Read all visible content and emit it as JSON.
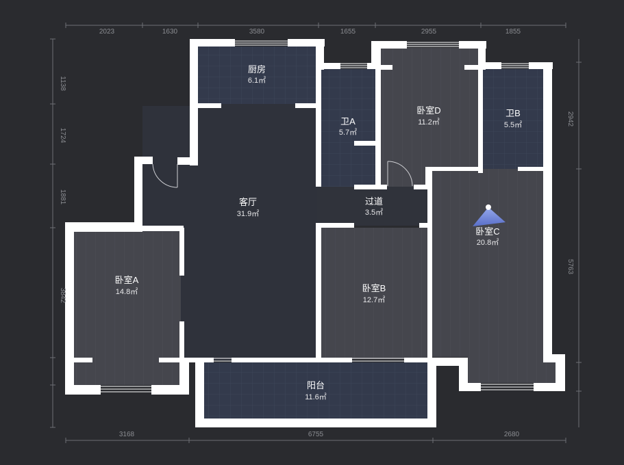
{
  "colors": {
    "background": "#2a2b2f",
    "wall": "#ffffff",
    "floor_dark": "#2f323b",
    "floor_tile": "#333a4c",
    "floor_wood": "#45464d",
    "dimension_text": "#8b8d92"
  },
  "rooms": [
    {
      "key": "kitchen",
      "name": "厨房",
      "area": "6.1㎡"
    },
    {
      "key": "bath_a",
      "name": "卫A",
      "area": "5.7㎡"
    },
    {
      "key": "bedroom_d",
      "name": "卧室D",
      "area": "11.2㎡"
    },
    {
      "key": "bath_b",
      "name": "卫B",
      "area": "5.5㎡"
    },
    {
      "key": "living",
      "name": "客厅",
      "area": "31.9㎡"
    },
    {
      "key": "corridor",
      "name": "过道",
      "area": "3.5㎡"
    },
    {
      "key": "bedroom_c",
      "name": "卧室C",
      "area": "20.8㎡"
    },
    {
      "key": "bedroom_a",
      "name": "卧室A",
      "area": "14.8㎡"
    },
    {
      "key": "bedroom_b",
      "name": "卧室B",
      "area": "12.7㎡"
    },
    {
      "key": "balcony",
      "name": "阳台",
      "area": "11.6㎡"
    }
  ],
  "dimensions": {
    "top": [
      "2023",
      "1630",
      "3580",
      "1655",
      "2955",
      "1855"
    ],
    "bottom": [
      "3168",
      "6755",
      "2680"
    ],
    "left": [
      "1138",
      "1724",
      "1881",
      "3842"
    ],
    "right": [
      "2942",
      "5763"
    ]
  },
  "icons": {
    "camera": "camera-view-marker-icon"
  }
}
